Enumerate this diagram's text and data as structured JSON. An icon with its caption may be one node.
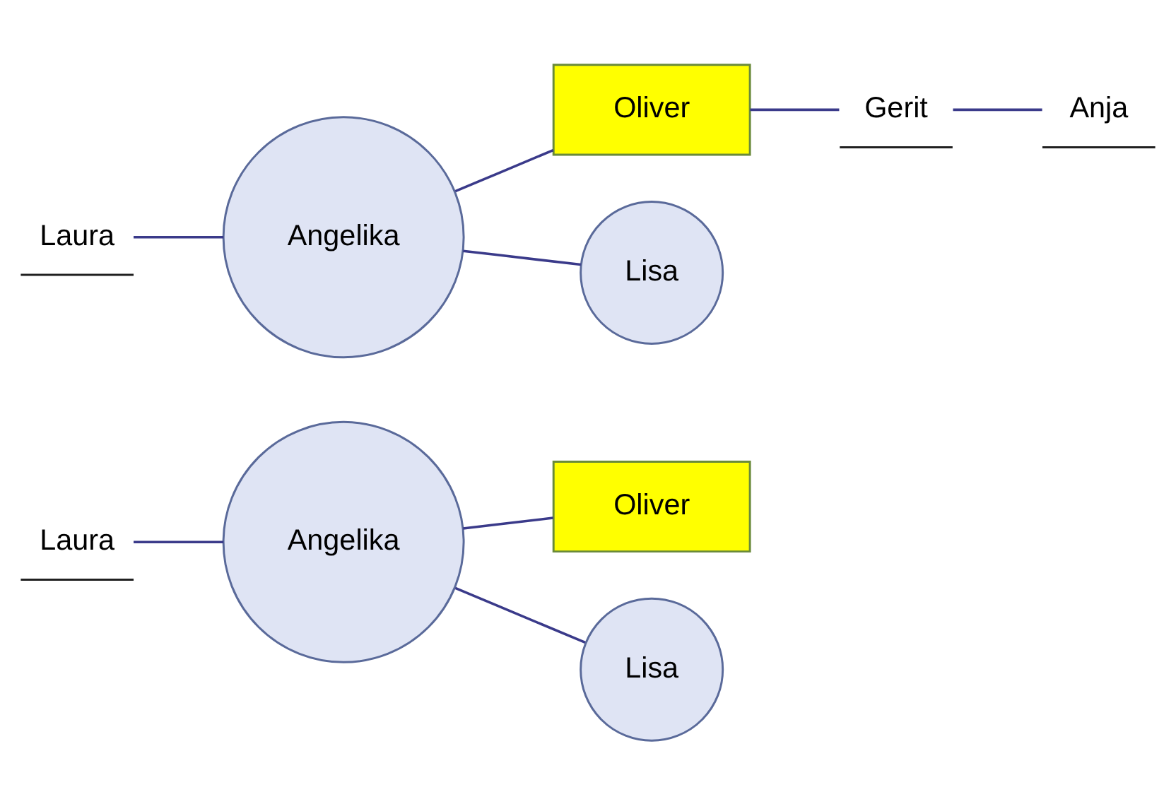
{
  "diagram": {
    "nodes": [
      {
        "text": [
          "Laura"
        ]
      },
      {
        "text": [
          "Angelika"
        ]
      },
      {
        "text": [
          "Oliver"
        ]
      },
      {
        "text": [
          "Lisa"
        ]
      },
      {
        "text": [
          "Laura"
        ]
      },
      {
        "text": [
          "Angelika"
        ]
      },
      {
        "text": [
          "Oliver"
        ]
      },
      {
        "text": [
          "Lisa"
        ]
      },
      {
        "text": [
          "Gerit"
        ]
      },
      {
        "text": [
          "Anja"
        ]
      }
    ],
    "edges": [
      {
        "from": 0,
        "to": 1,
        "arrow": "none"
      },
      {
        "from": 1,
        "to": 2,
        "arrow": "none"
      },
      {
        "from": 1,
        "to": 3,
        "arrow": "none"
      },
      {
        "from": 4,
        "to": 5,
        "arrow": "none"
      },
      {
        "from": 5,
        "to": 6,
        "arrow": "none"
      },
      {
        "from": 5,
        "to": 7,
        "arrow": "none"
      },
      {
        "from": 6,
        "to": 8,
        "arrow": "none"
      },
      {
        "from": 8,
        "to": 9,
        "arrow": "none"
      }
    ]
  }
}
